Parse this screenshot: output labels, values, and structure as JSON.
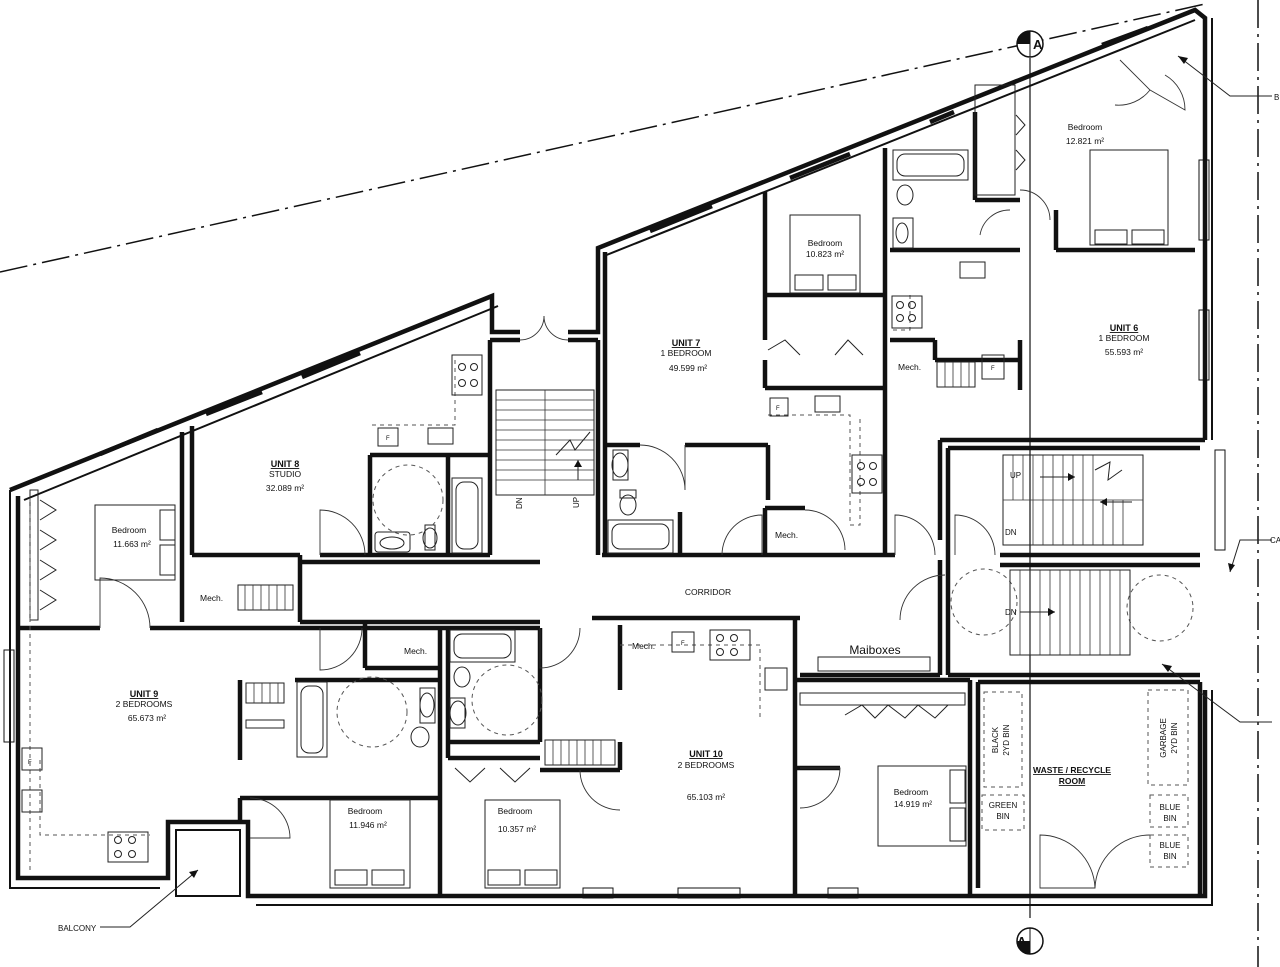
{
  "grid": {
    "marker": "A"
  },
  "units": [
    {
      "name": "UNIT 7",
      "type": "1 BEDROOM",
      "area": "49.599 m²"
    },
    {
      "name": "UNIT 8",
      "type": "STUDIO",
      "area": "32.089 m²"
    },
    {
      "name": "UNIT 6",
      "type": "1 BEDROOM",
      "area": "55.593 m²"
    },
    {
      "name": "UNIT 9",
      "type": "2 BEDROOMS",
      "area": "65.673 m²"
    },
    {
      "name": "UNIT 10",
      "type": "2 BEDROOMS",
      "area": "65.103 m²"
    }
  ],
  "bedrooms": [
    {
      "label": "Bedroom",
      "area": "12.821 m²"
    },
    {
      "label": "Bedroom",
      "area": "10.823 m²"
    },
    {
      "label": "Bedroom",
      "area": "11.663 m²"
    },
    {
      "label": "Bedroom",
      "area": "11.946 m²"
    },
    {
      "label": "Bedroom",
      "area": "10.357 m²"
    },
    {
      "label": "Bedroom",
      "area": "14.919 m²"
    }
  ],
  "rooms": {
    "corridor": "CORRIDOR",
    "mailboxes": "Maiboxes",
    "mech": "Mech.",
    "waste_line1": "WASTE / RECYCLE",
    "waste_line2": "ROOM"
  },
  "stairs": {
    "up": "UP",
    "dn": "DN"
  },
  "bins": {
    "black_1": "BLACK",
    "black_2": "2YD BIN",
    "garbage_1": "GARBAGE",
    "garbage_2": "2YD BIN",
    "green_1": "GREEN",
    "green_2": "BIN",
    "blue_1": "BLUE",
    "blue_2": "BIN"
  },
  "appliances": {
    "fridge": "F"
  },
  "callouts": {
    "balcony": "BALCONY",
    "top_right": "B",
    "right_mid": "CA"
  }
}
